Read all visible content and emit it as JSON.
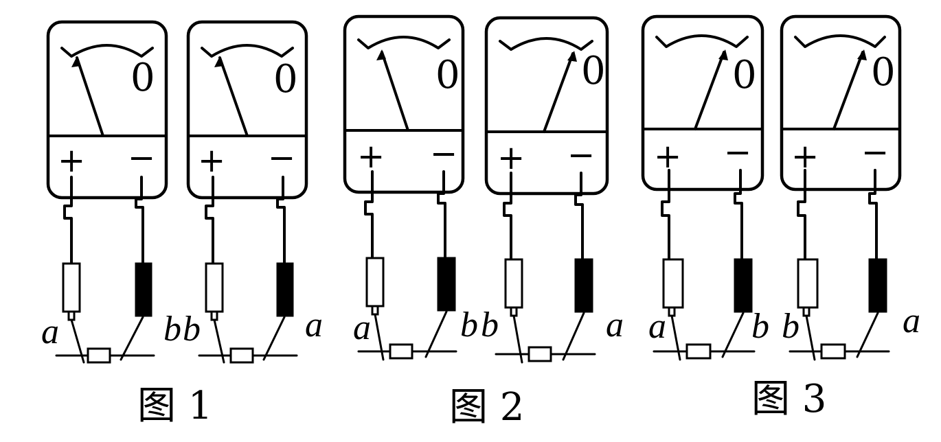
{
  "figures": [
    {
      "caption": "图 1",
      "meters": [
        {
          "zero": "0",
          "plus": "+",
          "minus": "−",
          "deflection": "left",
          "left_label": "a",
          "right_label": "b"
        },
        {
          "zero": "0",
          "plus": "+",
          "minus": "−",
          "deflection": "left",
          "left_label": "b",
          "right_label": "a"
        }
      ]
    },
    {
      "caption": "图 2",
      "meters": [
        {
          "zero": "0",
          "plus": "+",
          "minus": "−",
          "deflection": "left",
          "left_label": "a",
          "right_label": "b"
        },
        {
          "zero": "0",
          "plus": "+",
          "minus": "−",
          "deflection": "right",
          "left_label": "b",
          "right_label": "a"
        }
      ]
    },
    {
      "caption": "图 3",
      "meters": [
        {
          "zero": "0",
          "plus": "+",
          "minus": "−",
          "deflection": "right",
          "left_label": "a",
          "right_label": "b"
        },
        {
          "zero": "0",
          "plus": "+",
          "minus": "−",
          "deflection": "right",
          "left_label": "b",
          "right_label": "a"
        }
      ]
    }
  ],
  "colors": {
    "ink": "#000000",
    "background": "#ffffff"
  }
}
